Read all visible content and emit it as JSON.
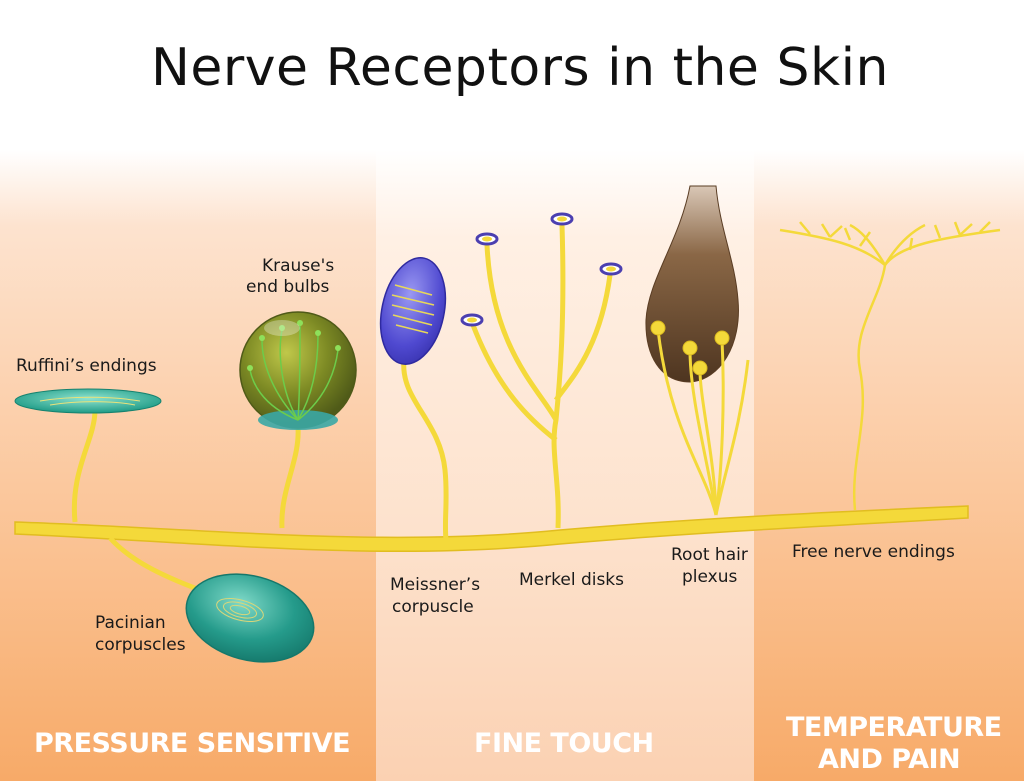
{
  "title": "Nerve Receptors in the Skin",
  "labels": {
    "ruffini": "Ruffini’s endings",
    "krause_1": "Krause's",
    "krause_2": "end bulbs",
    "pacinian_1": "Pacinian",
    "pacinian_2": "corpuscles",
    "meissner_1": "Meissner’s",
    "meissner_2": "corpuscle",
    "merkel": "Merkel disks",
    "root_hair_1": "Root hair",
    "root_hair_2": "plexus",
    "free_nerve": "Free nerve endings"
  },
  "categories": {
    "pressure": "PRESSURE SENSITIVE",
    "fine_touch": "FINE TOUCH",
    "temp_1": "TEMPERATURE",
    "temp_2": "AND PAIN"
  },
  "colors": {
    "nerve": "#f5dc3a",
    "nerve_edge": "#e3bf1f",
    "pacinian": "#2fa69a",
    "krause": "#7b8a2e",
    "meissner": "#5a55d6",
    "merkel_disk": "#4b3fb0",
    "hair": "#6b4a2e"
  }
}
